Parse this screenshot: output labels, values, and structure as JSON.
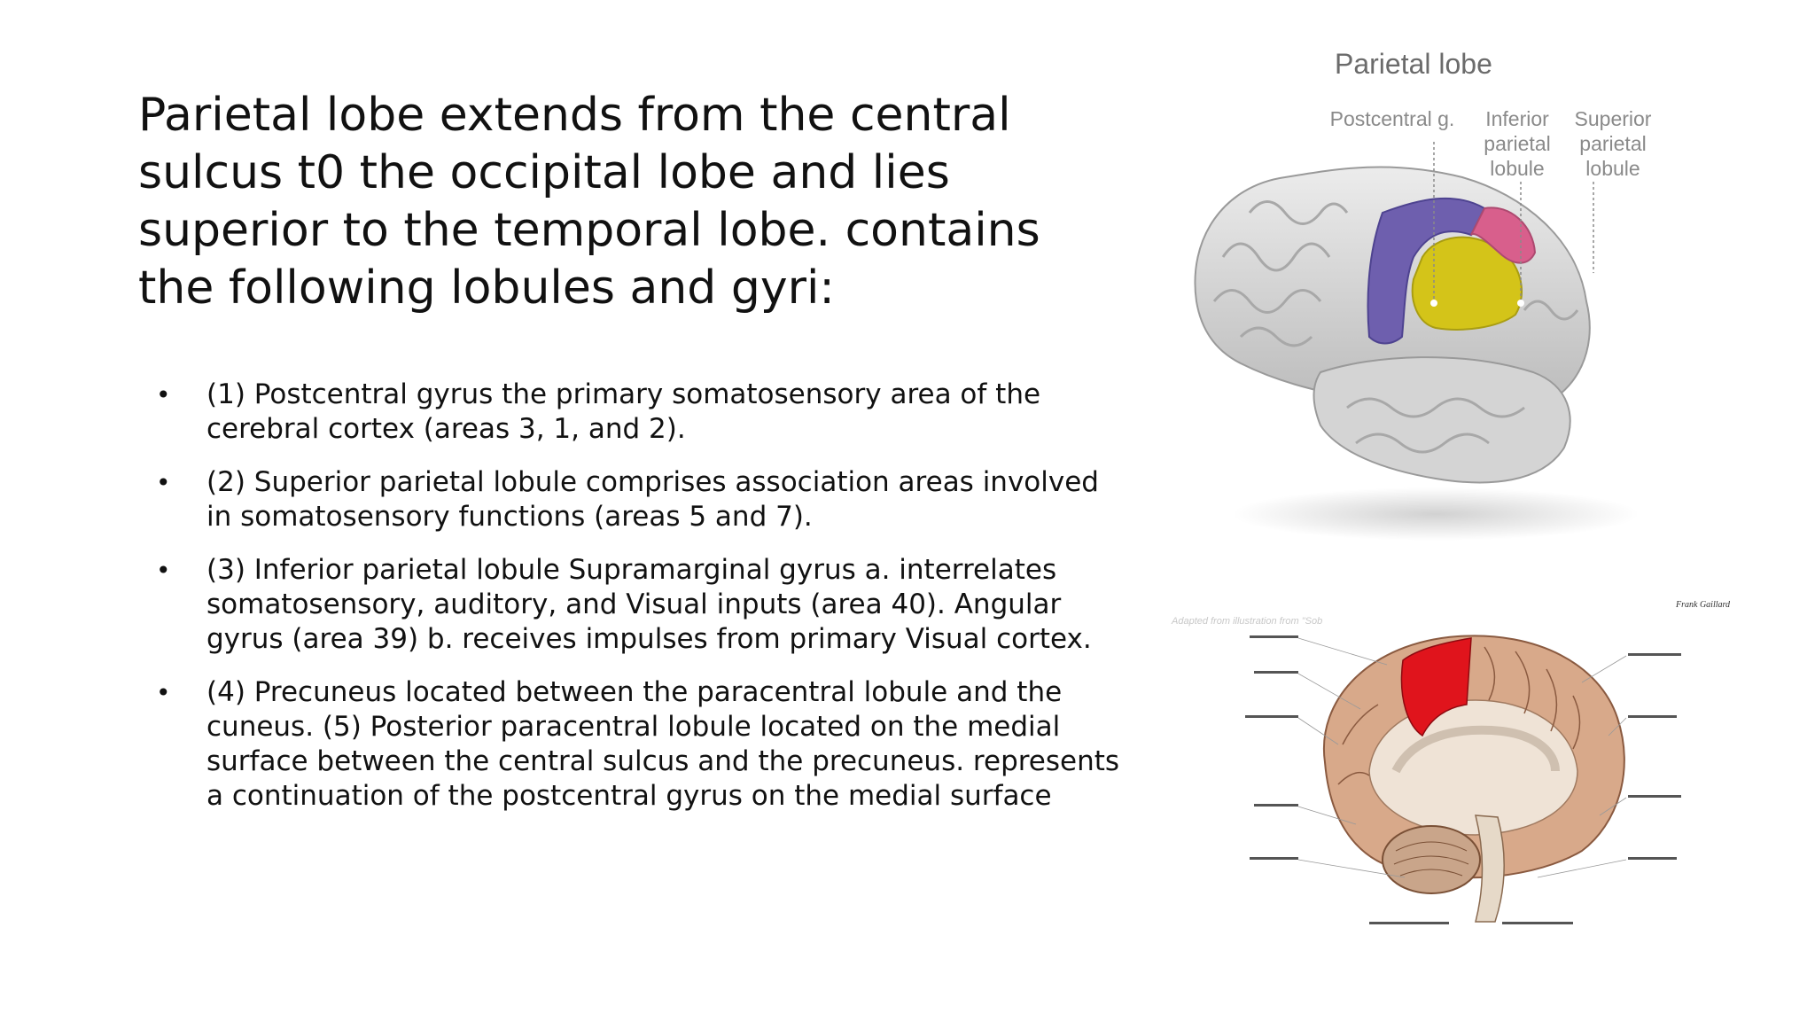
{
  "slide": {
    "title": "Parietal lobe extends from the central sulcus t0 the occipital lobe and lies superior to the temporal lobe. contains the following lobules and gyri:",
    "bullets": [
      "(1) Postcentral gyrus the primary somatosensory area of the cerebral cortex (areas 3, 1, and 2).",
      "(2) Superior parietal lobule comprises association areas involved in somatosensory functions (areas 5 and 7).",
      "(3) Inferior parietal lobule Supramarginal gyrus a. interrelates somatosensory, auditory, and Visual inputs (area 40). Angular gyrus (area 39) b. receives impulses from primary Visual cortex.",
      "(4) Precuneus located between the paracentral lobule and the cuneus. (5) Posterior paracentral lobule located on the medial surface between the central sulcus and the precuneus. represents a continuation of the postcentral gyrus on the medial surface"
    ],
    "bullet_glyph": "•"
  },
  "figure_top": {
    "title": "Parietal lobe",
    "labels": {
      "postcentral": "Postcentral g.",
      "inferior": "Inferior parietal lobule",
      "superior": "Superior parietal lobule"
    },
    "colors": {
      "postcentral": "#6e5fae",
      "inferior": "#d4c419",
      "superior": "#d85f8c",
      "cortex": "#d8d8d8"
    }
  },
  "figure_bottom": {
    "credit": "Adapted from illustration from \"Sob",
    "author": "Frank Gaillard",
    "colors": {
      "highlight": "#e0141c",
      "cortex": "#d8a98a"
    }
  }
}
